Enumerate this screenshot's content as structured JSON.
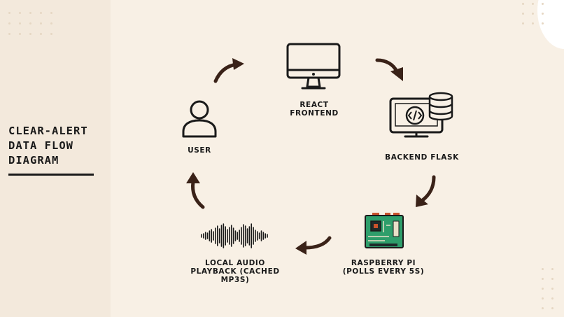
{
  "diagram": {
    "title_lines": [
      "CLEAR-ALERT",
      "DATA FLOW",
      "DIAGRAM"
    ],
    "nodes": {
      "react_frontend": "REACT\nFRONTEND",
      "backend_flask": "BACKEND FLASK",
      "raspberry_pi": "RASPBERRY PI\n(POLLS EVERY 5S)",
      "local_audio": "LOCAL AUDIO\nPLAYBACK (CACHED\nMP3S)",
      "user": "USER"
    },
    "icons": {
      "react_frontend": "desktop-monitor-icon",
      "backend_flask": "code-monitor-database-icon",
      "raspberry_pi": "circuit-board-icon",
      "local_audio": "audio-waveform-icon",
      "user": "user-icon"
    },
    "flow": [
      "user",
      "react_frontend",
      "backend_flask",
      "raspberry_pi",
      "local_audio",
      "user"
    ],
    "colors": {
      "background": "#f8f0e5",
      "arrow": "#3a2218",
      "board_green": "#2e9e6b",
      "board_orange": "#c9532c"
    }
  }
}
